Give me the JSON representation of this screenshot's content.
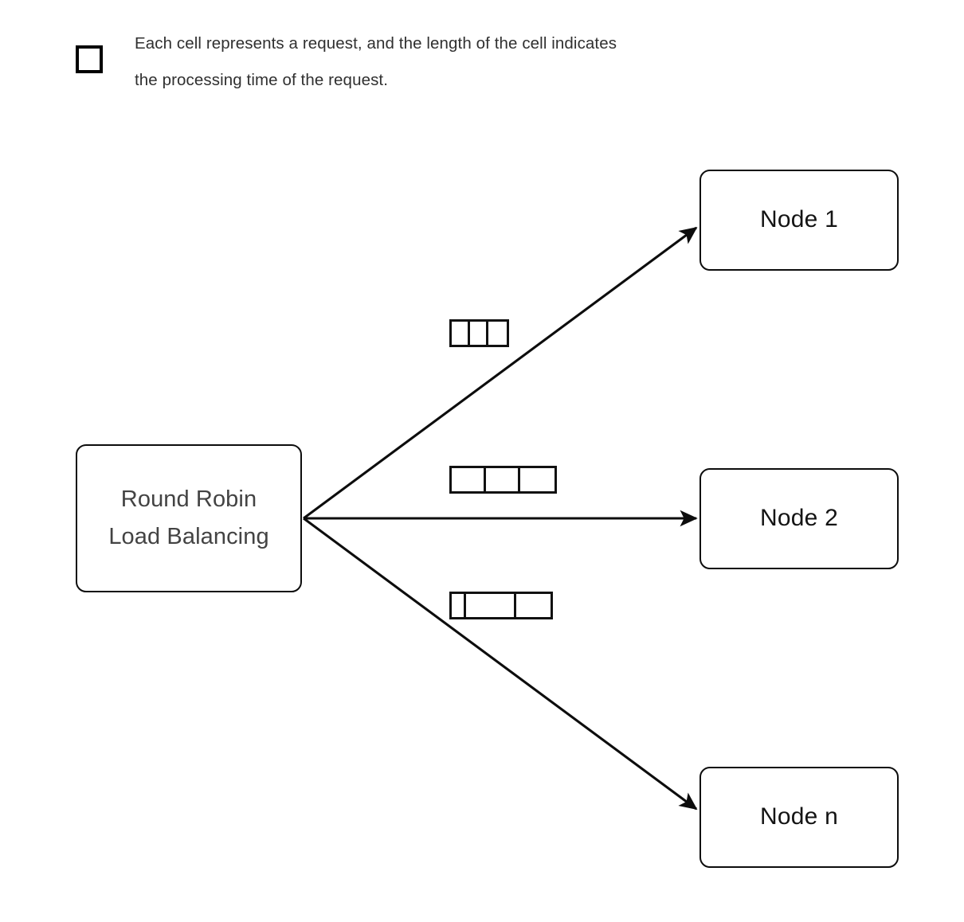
{
  "caption": {
    "swatch_icon": "empty-square-icon",
    "text": "Each cell represents a request, and the length of the cell indicates\nthe processing time of the request."
  },
  "source": {
    "label": "Round Robin\nLoad Balancing"
  },
  "nodes": [
    {
      "id": "node-1",
      "label": "Node 1"
    },
    {
      "id": "node-2",
      "label": "Node 2"
    },
    {
      "id": "node-n",
      "label": "Node n"
    }
  ],
  "edges": [
    {
      "from": "source",
      "to": "node-1",
      "arrowhead": "filled-triangle"
    },
    {
      "from": "source",
      "to": "node-2",
      "arrowhead": "filled-triangle"
    },
    {
      "from": "source",
      "to": "node-n",
      "arrowhead": "filled-triangle"
    }
  ],
  "request_queues": [
    {
      "target": "node-1",
      "cell_widths": [
        23,
        23,
        23
      ]
    },
    {
      "target": "node-2",
      "cell_widths": [
        43,
        43,
        43
      ]
    },
    {
      "target": "node-n",
      "cell_widths": [
        18,
        63,
        43
      ]
    }
  ],
  "colors": {
    "stroke": "#0d0d0d",
    "cell_stroke": "#111111",
    "node_text": "#141414",
    "source_text": "#434343",
    "caption_text": "#303030",
    "background": "#ffffff"
  }
}
